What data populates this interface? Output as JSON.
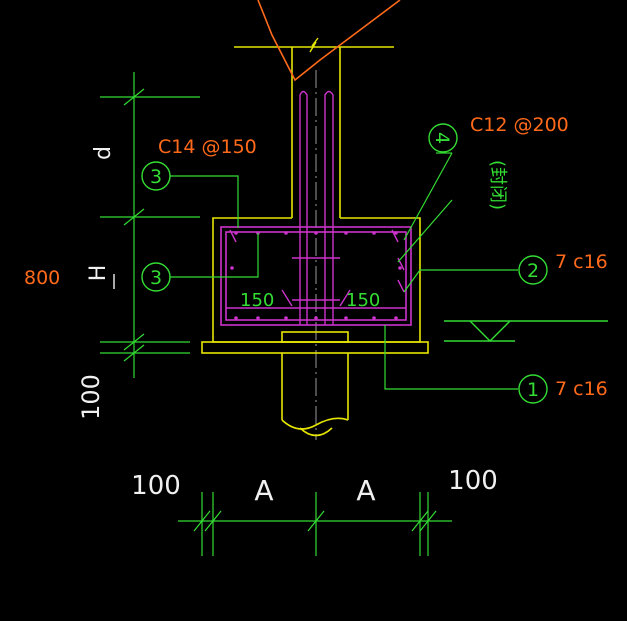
{
  "colors": {
    "background": "#000000",
    "concrete_outline": "#e6e600",
    "rebar": "#cc33cc",
    "dimension": "#33dd33",
    "text_orange": "#ff6a1a",
    "text_white": "#f0f0f0",
    "marker": "#33dd33",
    "center_line": "#9a9a9a",
    "ground_line": "#33dd33"
  },
  "labels": {
    "rebar_top": "C14 @150",
    "rebar_side": "C12 @200",
    "rebar_bottom_right": "7 c16",
    "rebar_bottom_long": "7 c16",
    "side_note": "(封闭)",
    "height_total": "800",
    "dim_150_left": "150",
    "dim_150_right": "150",
    "cover_bottom": "100",
    "cover_left": "100",
    "cover_right": "100",
    "width_a_left": "A",
    "width_a_right": "A",
    "height_h": "H",
    "height_d": "d"
  },
  "markers": [
    {
      "id": "marker-1",
      "number": "1"
    },
    {
      "id": "marker-2",
      "number": "2"
    },
    {
      "id": "marker-3-top",
      "number": "3"
    },
    {
      "id": "marker-3-mid",
      "number": "3"
    },
    {
      "id": "marker-4",
      "number": "4"
    }
  ]
}
